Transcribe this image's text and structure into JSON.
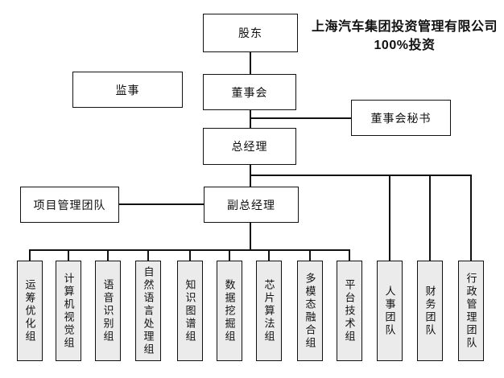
{
  "annotation": {
    "line1": "上海汽车集团投资管理有限公司",
    "line2": "100%投资"
  },
  "org": {
    "shareholder": "股东",
    "supervisor": "监事",
    "board": "董事会",
    "board_secretary": "董事会秘书",
    "general_manager": "总经理",
    "project_management_team": "项目管理团队",
    "deputy_general_manager": "副总经理",
    "groups": [
      {
        "label": "运筹优化组"
      },
      {
        "label": "计算机视觉组"
      },
      {
        "label": "语音识别组"
      },
      {
        "label": "自然语言处理组"
      },
      {
        "label": "知识图谱组"
      },
      {
        "label": "数据挖掘组"
      },
      {
        "label": "芯片算法组"
      },
      {
        "label": "多模态融合组"
      },
      {
        "label": "平台技术组"
      },
      {
        "label": "人事团队"
      },
      {
        "label": "财务团队"
      },
      {
        "label": "行政管理团队"
      }
    ]
  },
  "colors": {
    "line": "#111111",
    "box_fill": "#ffffff",
    "group_fill": "#ebebeb",
    "text": "#111111",
    "background": "#ffffff"
  }
}
